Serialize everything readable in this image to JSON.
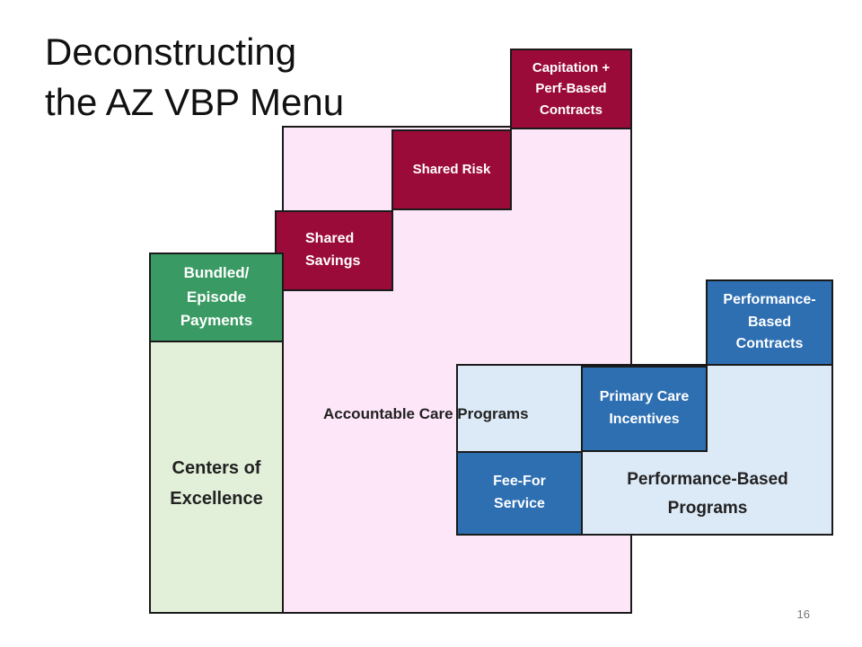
{
  "title": {
    "line1": "Deconstructing",
    "line2": "the AZ VBP Menu"
  },
  "boxes": {
    "capitation": "Capitation +\nPerf-Based\nContracts",
    "shared_risk": "Shared Risk",
    "shared_savings": "Shared\nSavings",
    "bundled": "Bundled/\nEpisode\nPayments",
    "performance_contracts": "Performance-\nBased\nContracts",
    "primary_care": "Primary Care\nIncentives",
    "fee_for_service": "Fee-For\nService"
  },
  "regions": {
    "centers_of_excellence": "Centers of\nExcellence",
    "accountable_care": "Accountable Care Programs",
    "performance_programs": "Performance-Based\nPrograms"
  },
  "colors": {
    "maroon": "#9b0b3a",
    "green": "#3a9a64",
    "blue": "#2e6fb2",
    "pink_bg": "#fde6f8",
    "green_bg": "#e2efd9",
    "blue_bg": "#dce9f6"
  },
  "page_number": "16"
}
